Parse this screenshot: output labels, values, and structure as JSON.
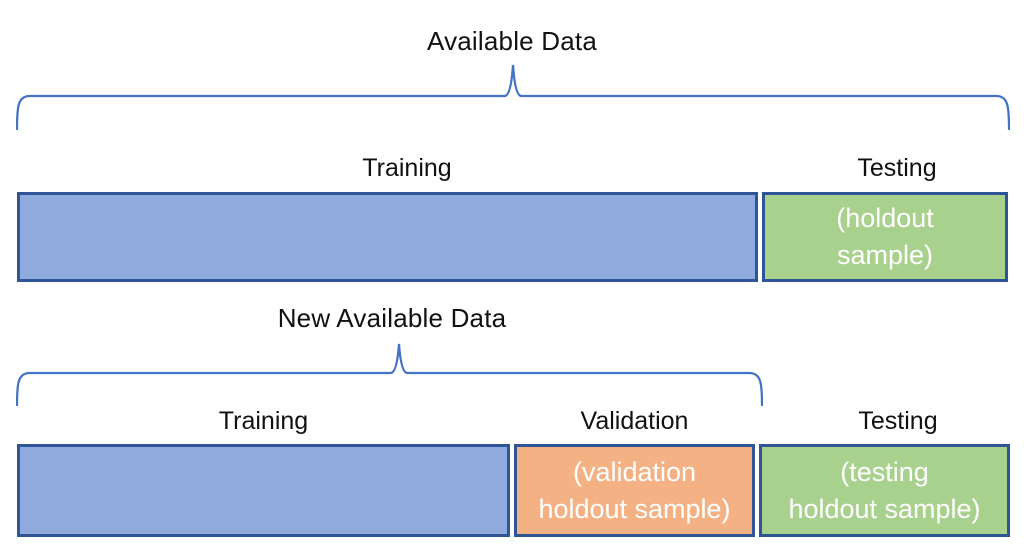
{
  "colors": {
    "blue_fill": "#8FAADC",
    "green_fill": "#A9D18E",
    "orange_fill": "#F4B183",
    "box_border": "#2F5597",
    "brace": "#4472C4",
    "label_text": "#111111",
    "box_text": "#FFFFFF"
  },
  "top_diagram": {
    "title": "Available Data",
    "sections": [
      {
        "label": "Training",
        "color": "blue",
        "line1": "",
        "line2": ""
      },
      {
        "label": "Testing",
        "color": "green",
        "line1": "(holdout",
        "line2": "sample)"
      }
    ]
  },
  "bottom_diagram": {
    "title": "New Available Data",
    "sections": [
      {
        "label": "Training",
        "color": "blue",
        "line1": "",
        "line2": ""
      },
      {
        "label": "Validation",
        "color": "orange",
        "line1": "(validation",
        "line2": "holdout sample)"
      },
      {
        "label": "Testing",
        "color": "green",
        "line1": "(testing",
        "line2": "holdout sample)"
      }
    ]
  }
}
